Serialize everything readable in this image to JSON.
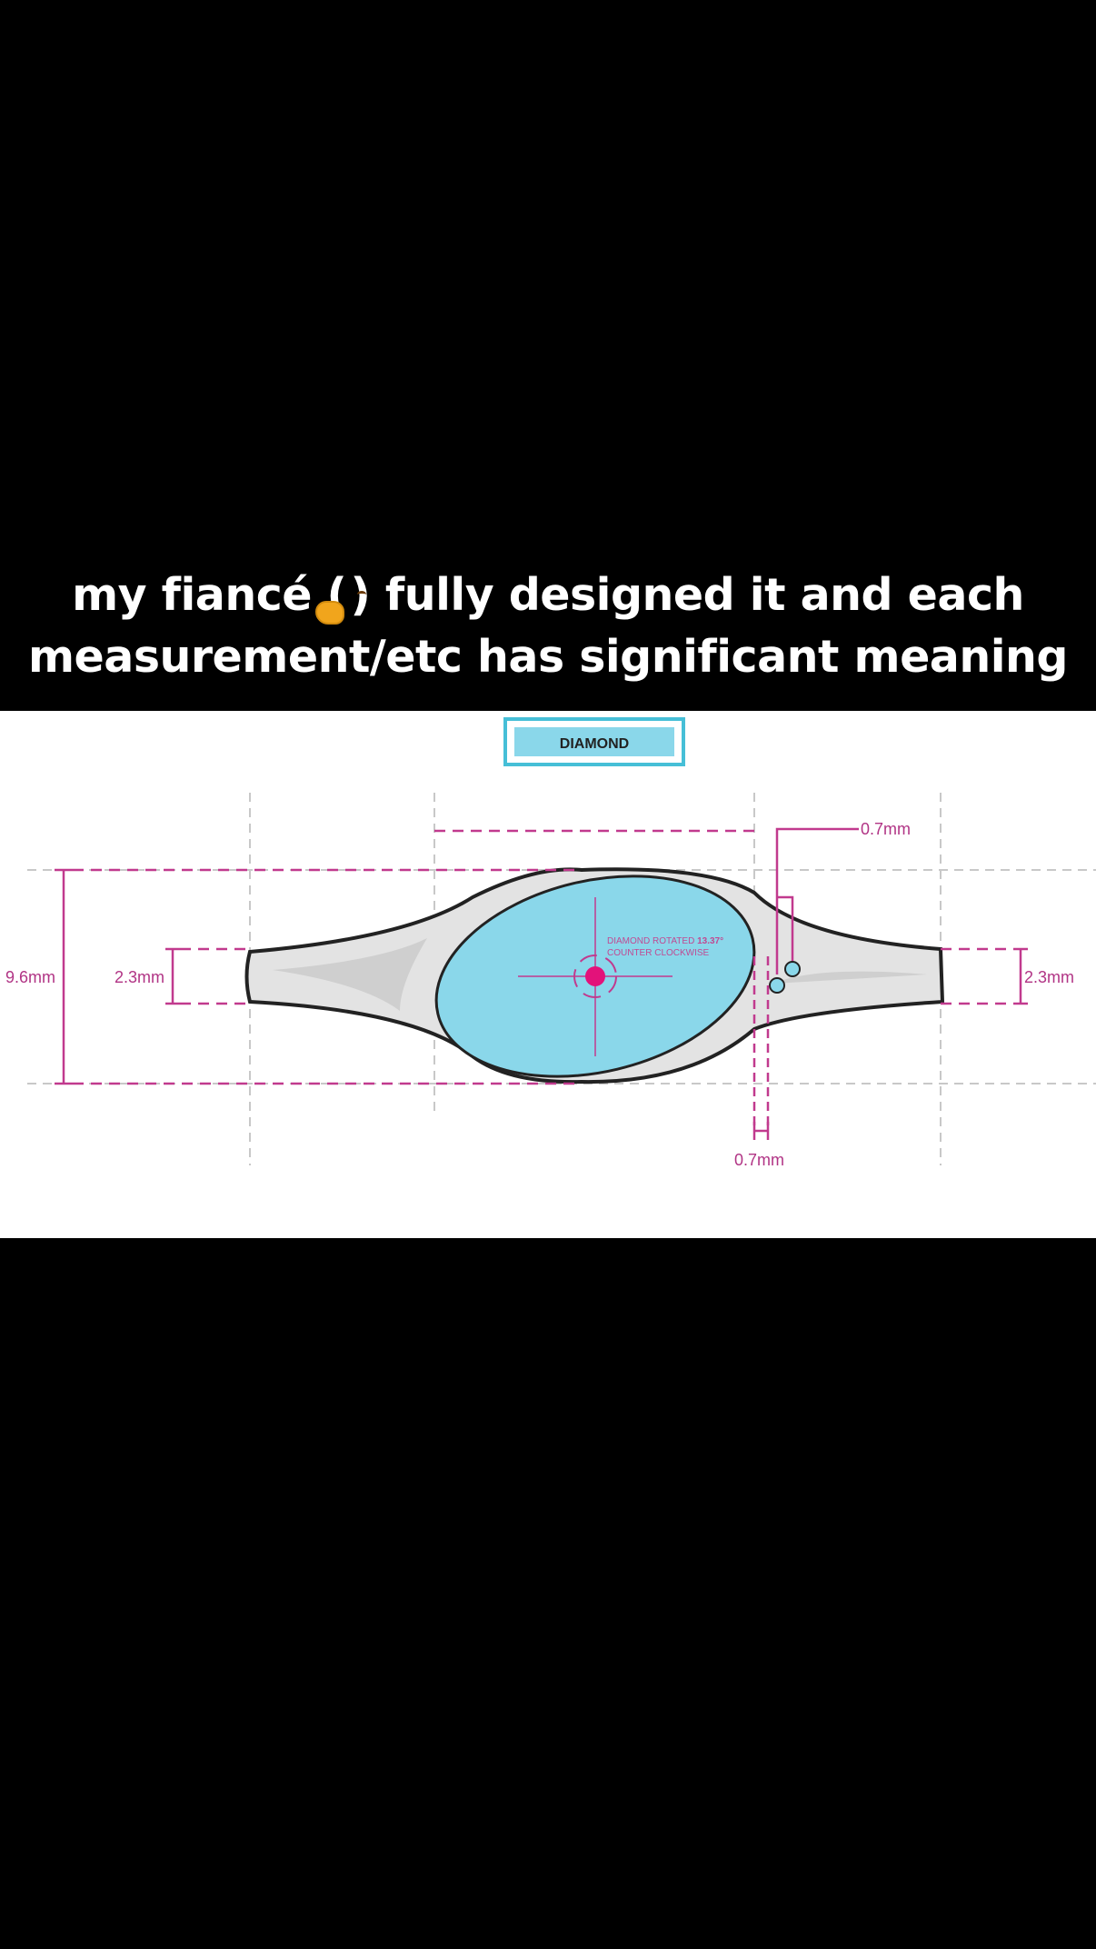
{
  "caption": {
    "line1_before": "my fiancé (",
    "emoji": "hand-over-mouth-emoji",
    "line1_after": ") fully designed it and each",
    "line2": "measurement/etc has significant meaning"
  },
  "diagram": {
    "title_box": "DIAMOND",
    "rotation_note_line1": "DIAMOND ROTATED",
    "rotation_value": "13.37°",
    "rotation_note_line2": "COUNTER CLOCKWISE",
    "dimensions": {
      "total_height": "9.6mm",
      "band_left": "2.3mm",
      "band_right": "2.3mm",
      "accent_gap_top": "0.7mm",
      "accent_gap_bottom": "0.7mm"
    },
    "colors": {
      "dimension_line": "#c13a8e",
      "diamond_fill": "#8ad7ea",
      "title_box_border": "#46bfd7",
      "band_fill": "#e3e3e3",
      "center_dot": "#e3127a"
    }
  }
}
